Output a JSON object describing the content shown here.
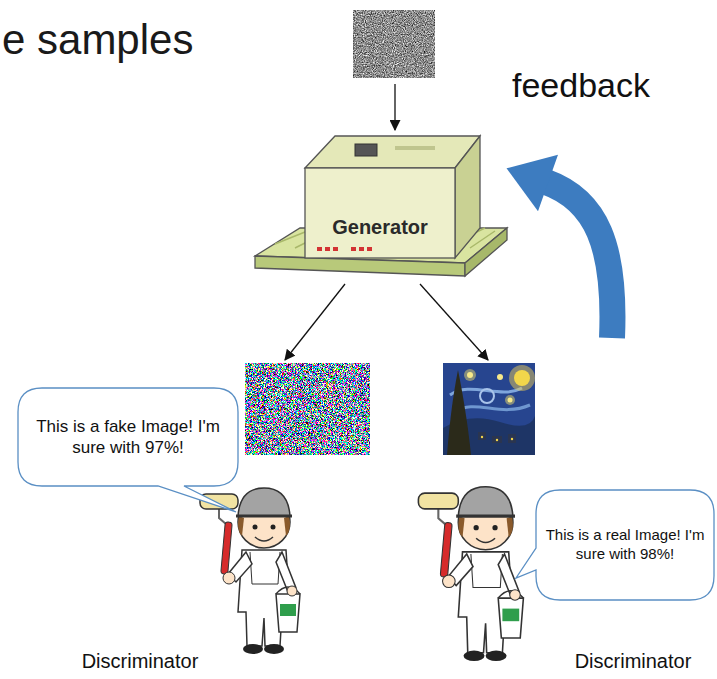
{
  "diagram": {
    "title": "e samples",
    "nodes": [
      {
        "text": [
          "Generator"
        ]
      },
      {
        "text": [
          "This is a fake Image! I'm sure with 97%!"
        ]
      },
      {
        "text": [
          "This is a real Image! I'm sure with 98%!"
        ]
      }
    ],
    "labels": [
      "feedback",
      "Discriminator",
      "Discriminator"
    ]
  }
}
